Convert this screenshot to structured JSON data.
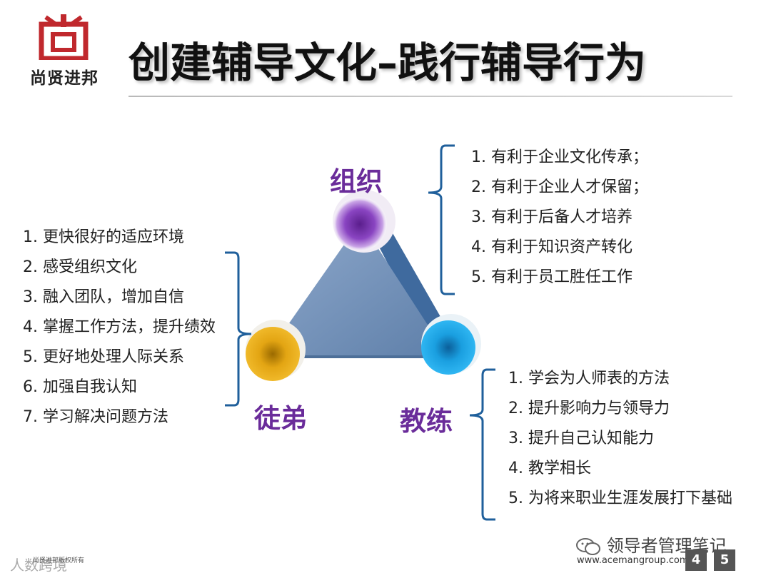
{
  "logo": {
    "text": "尚贤进邦"
  },
  "title": "创建辅导文化–践行辅导行为",
  "nodes": {
    "top": "组织",
    "left": "徒弟",
    "right": "教练"
  },
  "organization_list": [
    {
      "num": "1.",
      "text": "有利于企业文化传承；"
    },
    {
      "num": "2.",
      "text": "有利于企业人才保留；"
    },
    {
      "num": "3.",
      "text": "有利于后备人才培养"
    },
    {
      "num": "4.",
      "text": "有利于知识资产转化"
    },
    {
      "num": "5.",
      "text": "有利于员工胜任工作"
    }
  ],
  "apprentice_list": [
    {
      "num": "1.",
      "text": "更快很好的适应环境"
    },
    {
      "num": "2.",
      "text": "感受组织文化"
    },
    {
      "num": "3.",
      "text": "融入团队，增加自信"
    },
    {
      "num": "4.",
      "text": "掌握工作方法，提升绩效"
    },
    {
      "num": "5.",
      "text": "更好地处理人际关系"
    },
    {
      "num": "6.",
      "text": "加强自我认知"
    },
    {
      "num": "7.",
      "text": "学习解决问题方法"
    }
  ],
  "coach_list": [
    {
      "num": "1.",
      "text": "学会为人师表的方法"
    },
    {
      "num": "2.",
      "text": "提升影响力与领导力"
    },
    {
      "num": "3.",
      "text": "提升自己认知能力"
    },
    {
      "num": "4.",
      "text": "教学相长"
    },
    {
      "num": "5.",
      "text": "为将来职业生涯发展打下基础"
    }
  ],
  "footer": {
    "wechat": "领导者管理笔记",
    "url": "www.acemangroup.com",
    "page_left": "4",
    "page_right": "5",
    "watermark_left": "人数跨境",
    "watermark_small": "尚贤进邦版权所有"
  },
  "colors": {
    "title": "#111111",
    "node_label": "#6a2c9a",
    "triangle": "#6f8fb8",
    "bracket": "#1f5f9b",
    "top_circle": "#7a3bb0",
    "left_circle": "#e0a010",
    "right_circle": "#1a9fe0"
  }
}
